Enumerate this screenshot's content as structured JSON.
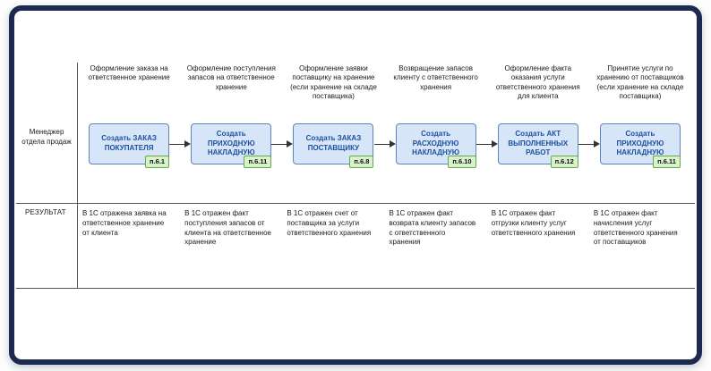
{
  "lanes": {
    "manager": "Менеджер отдела продаж",
    "result": "РЕЗУЛЬТАТ"
  },
  "columns": [
    {
      "header": "Оформление заказа на ответственное хранение",
      "action": "Создать ЗАКАЗ ПОКУПАТЕЛЯ",
      "ref": "п.6.1",
      "result": "В 1С отражена заявка на ответственное хранение от клиента"
    },
    {
      "header": "Оформление поступления запасов на ответственное хранение",
      "action": "Создать ПРИХОДНУЮ НАКЛАДНУЮ",
      "ref": "п.6.11",
      "result": "В 1С отражен факт поступления запасов от клиента на ответственное хранение"
    },
    {
      "header": "Оформление заявки поставщику на хранение (если хранение на складе поставщика)",
      "action": "Создать ЗАКАЗ ПОСТАВЩИКУ",
      "ref": "п.6.8",
      "result": "В 1С отражен счет от поставщика за услуги ответственного хранения"
    },
    {
      "header": "Возвращение запасов клиенту с ответственного хранения",
      "action": "Создать РАСХОДНУЮ НАКЛАДНУЮ",
      "ref": "п.6.10",
      "result": "В 1С отражен факт возврата клиенту запасов с ответственного хранения"
    },
    {
      "header": "Оформление факта оказания услуги ответственного хранения для клиента",
      "action": "Создать АКТ ВЫПОЛНЕННЫХ РАБОТ",
      "ref": "п.6.12",
      "result": "В 1С отражен факт отгрузки клиенту услуг ответственного хранения"
    },
    {
      "header": "Принятие услуги по хранению от поставщиков (если хранение на складе поставщика)",
      "action": "Создать ПРИХОДНУЮ НАКЛАДНУЮ",
      "ref": "п.6.11",
      "result": "В 1С отражен факт начисления услуг ответственного хранения от поставщиков"
    }
  ],
  "colors": {
    "frame": "#1b2a4e",
    "action_box_fill": "#d6e6f8",
    "action_box_border": "#5b85c0",
    "action_box_text": "#1d4f9e",
    "badge_fill": "#d8f3cc",
    "badge_border": "#69a74e",
    "line": "#555555"
  }
}
